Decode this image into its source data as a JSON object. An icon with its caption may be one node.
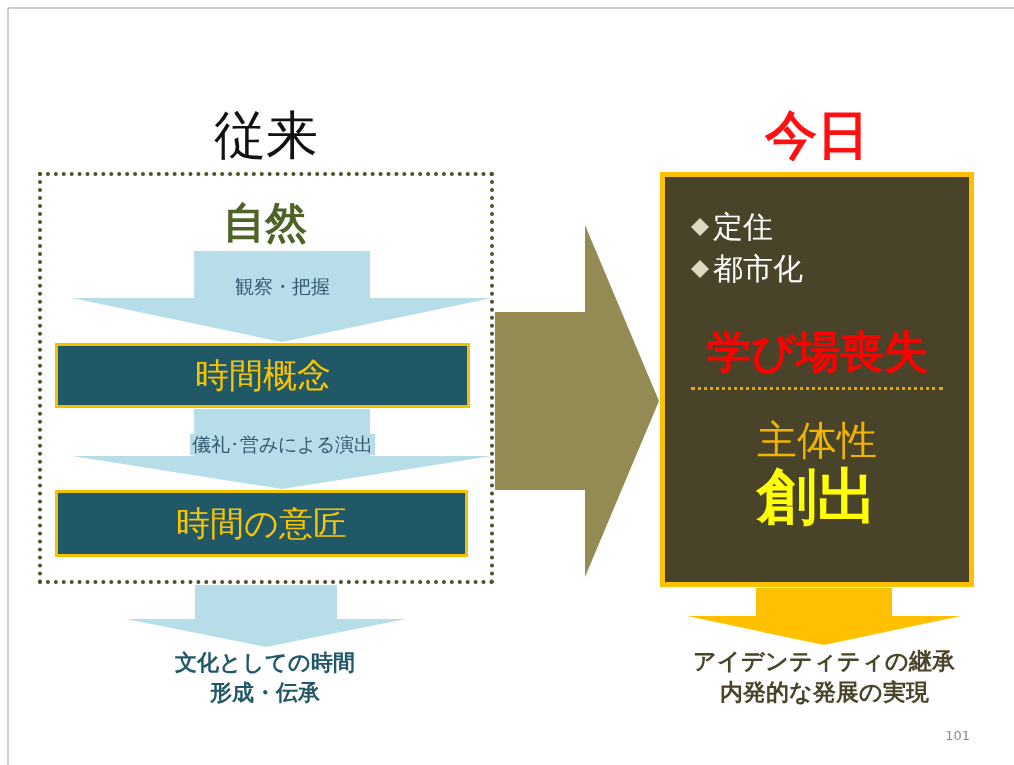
{
  "diagram": {
    "nodes": [
      {
        "text": [
          "従来"
        ]
      },
      {
        "text": [
          "自然"
        ],
        "in": 0
      },
      {
        "text": [
          "時間概念"
        ],
        "in": 0
      },
      {
        "text": [
          "時間の意匠"
        ],
        "in": 0
      },
      {
        "text": [
          "文化としての時間形成・伝承"
        ]
      },
      {
        "text": [
          "今日",
          "定住",
          "都市化",
          "学び場喪失",
          "主体性",
          "創出"
        ]
      },
      {
        "text": [
          "アイデンティティの継承内発的な発展の実現"
        ]
      }
    ],
    "edges": [
      {
        "from": 1,
        "to": 2,
        "arrow": "to",
        "label": "観察・把握"
      },
      {
        "from": 2,
        "to": 3,
        "arrow": "to",
        "label": "儀礼･営みによる演出"
      },
      {
        "from": 0,
        "to": 4,
        "arrow": "to"
      },
      {
        "from": 0,
        "to": 5,
        "arrow": "to",
        "color": "#948a54"
      },
      {
        "from": 5,
        "to": 6,
        "arrow": "to",
        "color": "#ffc000"
      }
    ],
    "labels": [
      "101"
    ]
  }
}
